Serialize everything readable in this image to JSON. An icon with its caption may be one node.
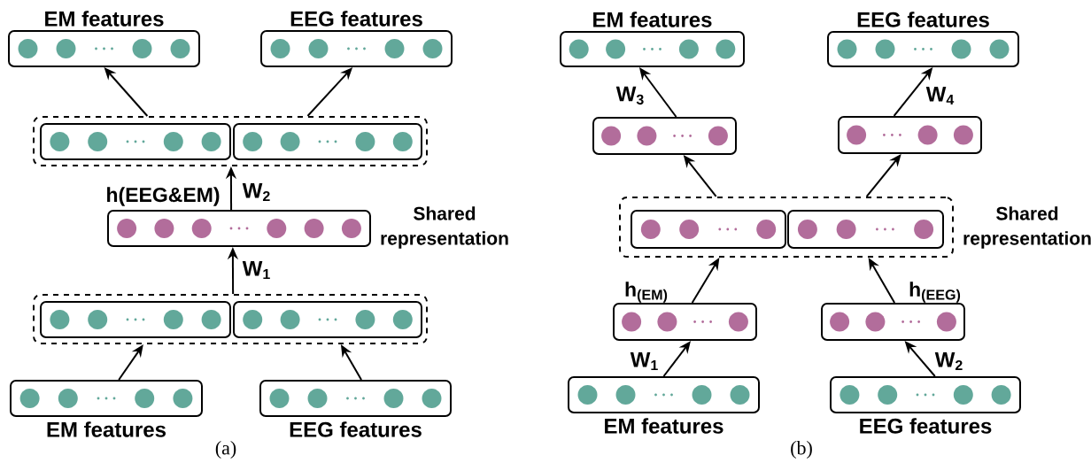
{
  "diagram": {
    "nodes": [
      {
        "text": [
          "EM features"
        ]
      },
      {
        "text": [
          "EEG features"
        ]
      },
      {
        "text": [],
        "shape": "box"
      },
      {
        "text": [],
        "shape": "box",
        "in": 2
      },
      {
        "text": [],
        "shape": "box",
        "in": 2
      },
      {
        "text": [],
        "shape": "box",
        "beside": [
          "h(EEG&EM)",
          "Shared representation"
        ]
      },
      {
        "text": [],
        "shape": "box"
      },
      {
        "text": [],
        "shape": "box",
        "in": 6
      },
      {
        "text": [],
        "shape": "box",
        "in": 6
      },
      {
        "text": [
          "EM features"
        ]
      },
      {
        "text": [
          "EEG features"
        ]
      },
      {
        "text": [
          "EM features"
        ]
      },
      {
        "text": [
          "EEG features"
        ]
      },
      {
        "text": [],
        "shape": "box"
      },
      {
        "text": [],
        "shape": "box"
      },
      {
        "text": [],
        "shape": "box",
        "beside": [
          "Shared representation"
        ]
      },
      {
        "text": [],
        "shape": "box",
        "in": 15
      },
      {
        "text": [],
        "shape": "box",
        "in": 15
      },
      {
        "text": [],
        "shape": "box",
        "beside": [
          "h$_{(EM)}$"
        ]
      },
      {
        "text": [],
        "shape": "box",
        "beside": [
          "h$_{(EEG)}$"
        ]
      },
      {
        "text": [
          "EM features"
        ]
      },
      {
        "text": [
          "EEG features"
        ]
      }
    ],
    "edges": [
      {
        "from": 9,
        "to": 6,
        "arrow": "to"
      },
      {
        "from": 10,
        "to": 6,
        "arrow": "to"
      },
      {
        "from": 6,
        "to": 5,
        "arrow": "to",
        "label": "W$_{1}$"
      },
      {
        "from": 5,
        "to": 2,
        "arrow": "to",
        "label": "W$_{2}$"
      },
      {
        "from": 2,
        "to": 0,
        "arrow": "to"
      },
      {
        "from": 2,
        "to": 1,
        "arrow": "to"
      },
      {
        "from": 20,
        "to": 18,
        "arrow": "to",
        "label": "W$_{1}$"
      },
      {
        "from": 21,
        "to": 19,
        "arrow": "to",
        "label": "W$_{2}$"
      },
      {
        "from": 18,
        "to": 15,
        "arrow": "to"
      },
      {
        "from": 19,
        "to": 15,
        "arrow": "to"
      },
      {
        "from": 15,
        "to": 13,
        "arrow": "to"
      },
      {
        "from": 15,
        "to": 14,
        "arrow": "to"
      },
      {
        "from": 13,
        "to": 11,
        "arrow": "to",
        "label": "W$_{3}$"
      },
      {
        "from": 14,
        "to": 12,
        "arrow": "to",
        "label": "W$_{4}$"
      }
    ],
    "labels": [
      "(a)",
      "(b)"
    ]
  }
}
